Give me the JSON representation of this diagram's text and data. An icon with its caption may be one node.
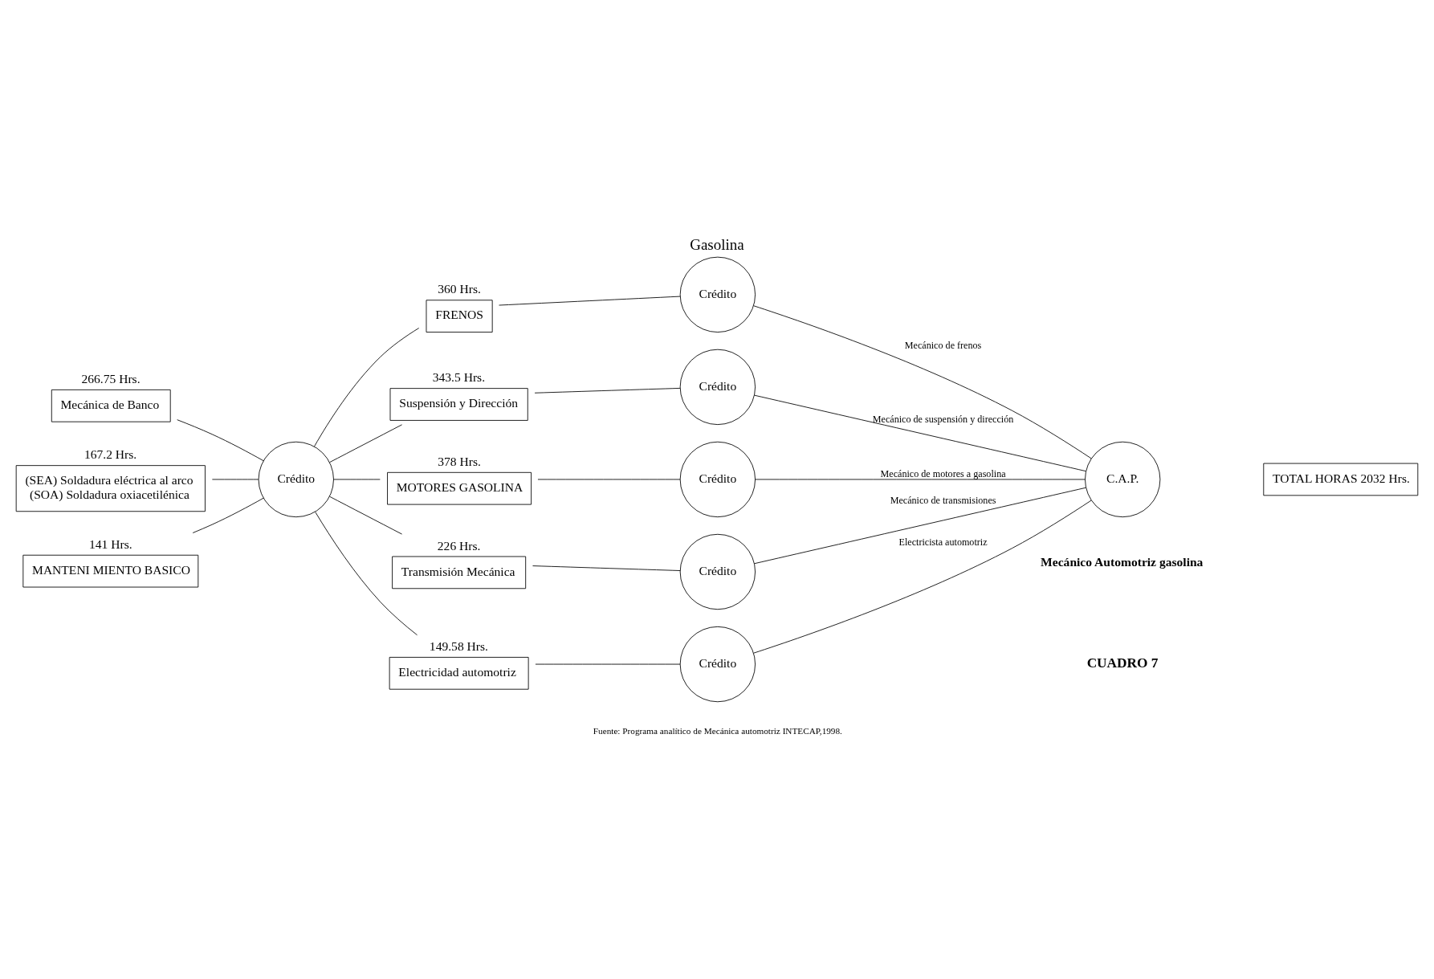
{
  "diagram": {
    "title": "Gasolina",
    "caption": "CUADRO 7",
    "nodes": [
      {
        "text": [
          "Mecánica de Banco"
        ],
        "beside": [
          "266.75 Hrs."
        ]
      },
      {
        "text": [
          "(SEA) Soldadura eléctrica al arco",
          "(SOA) Soldadura oxiacetilénica"
        ],
        "beside": [
          "167.2 Hrs."
        ]
      },
      {
        "text": [
          "MANTENI MIENTO BASICO"
        ],
        "beside": [
          "141 Hrs."
        ]
      },
      {
        "text": [
          "Crédito"
        ]
      },
      {
        "text": [
          "FRENOS"
        ],
        "beside": [
          "360 Hrs."
        ]
      },
      {
        "text": [
          "Crédito"
        ]
      },
      {
        "text": [
          "Suspensión y Dirección"
        ],
        "beside": [
          "343.5 Hrs."
        ]
      },
      {
        "text": [
          "Crédito"
        ]
      },
      {
        "text": [
          "MOTORES GASOLINA"
        ],
        "beside": [
          "378 Hrs."
        ]
      },
      {
        "text": [
          "Crédito"
        ]
      },
      {
        "text": [
          "Transmisión Mecánica"
        ],
        "beside": [
          "226 Hrs."
        ]
      },
      {
        "text": [
          "Crédito"
        ]
      },
      {
        "text": [
          "Electricidad automotriz"
        ],
        "beside": [
          "149.58 Hrs."
        ]
      },
      {
        "text": [
          "Crédito"
        ]
      },
      {
        "text": [
          "C.A.P."
        ],
        "beside": [
          "Mecánico Automotriz gasolina"
        ]
      },
      {
        "text": [
          "TOTAL HORAS 2032 Hrs."
        ]
      }
    ],
    "edges": [
      {
        "from": 0,
        "to": 3,
        "arrow": "none"
      },
      {
        "from": 1,
        "to": 3,
        "arrow": "none"
      },
      {
        "from": 2,
        "to": 3,
        "arrow": "none"
      },
      {
        "from": 3,
        "to": 4,
        "arrow": "none"
      },
      {
        "from": 3,
        "to": 6,
        "arrow": "none"
      },
      {
        "from": 3,
        "to": 8,
        "arrow": "none"
      },
      {
        "from": 3,
        "to": 10,
        "arrow": "none"
      },
      {
        "from": 3,
        "to": 12,
        "arrow": "none"
      },
      {
        "from": 4,
        "to": 5,
        "arrow": "none"
      },
      {
        "from": 6,
        "to": 7,
        "arrow": "none"
      },
      {
        "from": 8,
        "to": 9,
        "arrow": "none"
      },
      {
        "from": 10,
        "to": 11,
        "arrow": "none"
      },
      {
        "from": 12,
        "to": 13,
        "arrow": "none"
      },
      {
        "from": 5,
        "to": 14,
        "arrow": "none",
        "label": "Mecánico de frenos"
      },
      {
        "from": 7,
        "to": 14,
        "arrow": "none",
        "label": "Mecánico de suspensión y dirección"
      },
      {
        "from": 9,
        "to": 14,
        "arrow": "none",
        "label": "Mecánico de motores a gasolina"
      },
      {
        "from": 11,
        "to": 14,
        "arrow": "none",
        "label": "Mecánico de transmisiones"
      },
      {
        "from": 13,
        "to": 14,
        "arrow": "none",
        "label": "Electricista automotriz"
      }
    ],
    "labels": [
      "Fuente: Programa analítico de Mecánica automotriz INTECAP,1998."
    ]
  }
}
